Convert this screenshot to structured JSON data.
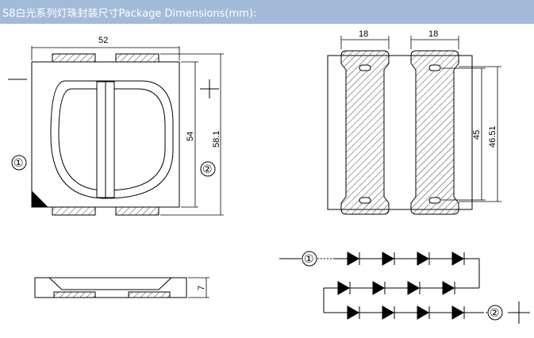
{
  "title": "S8白光系列灯珠封装尺寸Package Dimensions(mm):",
  "top_view": {
    "width_label": "52",
    "inner_height_label": "54",
    "outer_height_label": "58.1",
    "pin1_label": "①",
    "pin2_label": "②"
  },
  "bottom_view": {
    "pad_width_left_label": "18",
    "pad_width_right_label": "18",
    "inner_height_label": "45",
    "outer_height_label": "46.51"
  },
  "side_view": {
    "height_label": "7"
  },
  "circuit": {
    "pin1_label": "①",
    "pin2_label": "②",
    "rows": [
      {
        "diodes": 4,
        "direction": "right"
      },
      {
        "diodes": 4,
        "direction": "right"
      },
      {
        "diodes": 4,
        "direction": "right"
      }
    ]
  },
  "colors": {
    "title_bar": "#a3bbd9",
    "title_text": "#ffffff",
    "line": "#000000",
    "hatch": "#444444"
  }
}
